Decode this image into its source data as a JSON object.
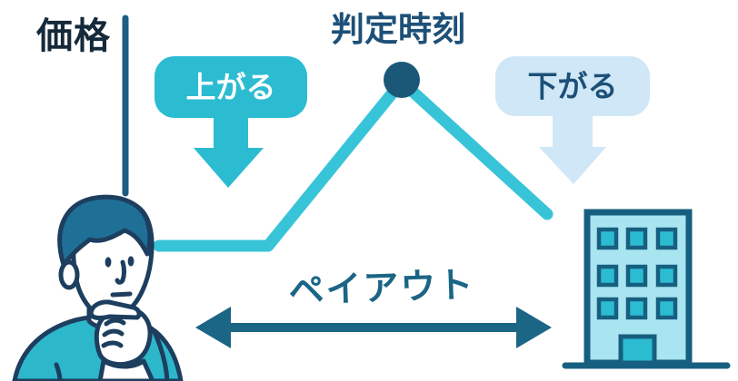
{
  "labels": {
    "price_axis": "価格",
    "judgment_time": "判定時刻",
    "price_up": "上がる",
    "price_down": "下がる",
    "payout": "ペイアウト"
  },
  "colors": {
    "background": "#ffffff",
    "price_axis_text": "#16293a",
    "axis_line": "#1d5c83",
    "judgment_text": "#1d5078",
    "price_line": "#38c4d8",
    "judgment_dot": "#1b5878",
    "up_callout_fill": "#2bbcd2",
    "up_callout_text": "#ffffff",
    "down_callout_fill": "#cfe7f6",
    "down_callout_text": "#1d5078",
    "payout_color": "#1b6585",
    "building_outline": "#175f80",
    "building_fill": "#a9e5f0",
    "building_window_fill": "#2bbcd2",
    "person_outline": "#1d3e5e",
    "person_hair": "#1f7096",
    "person_shirt": "#2db7cb"
  }
}
